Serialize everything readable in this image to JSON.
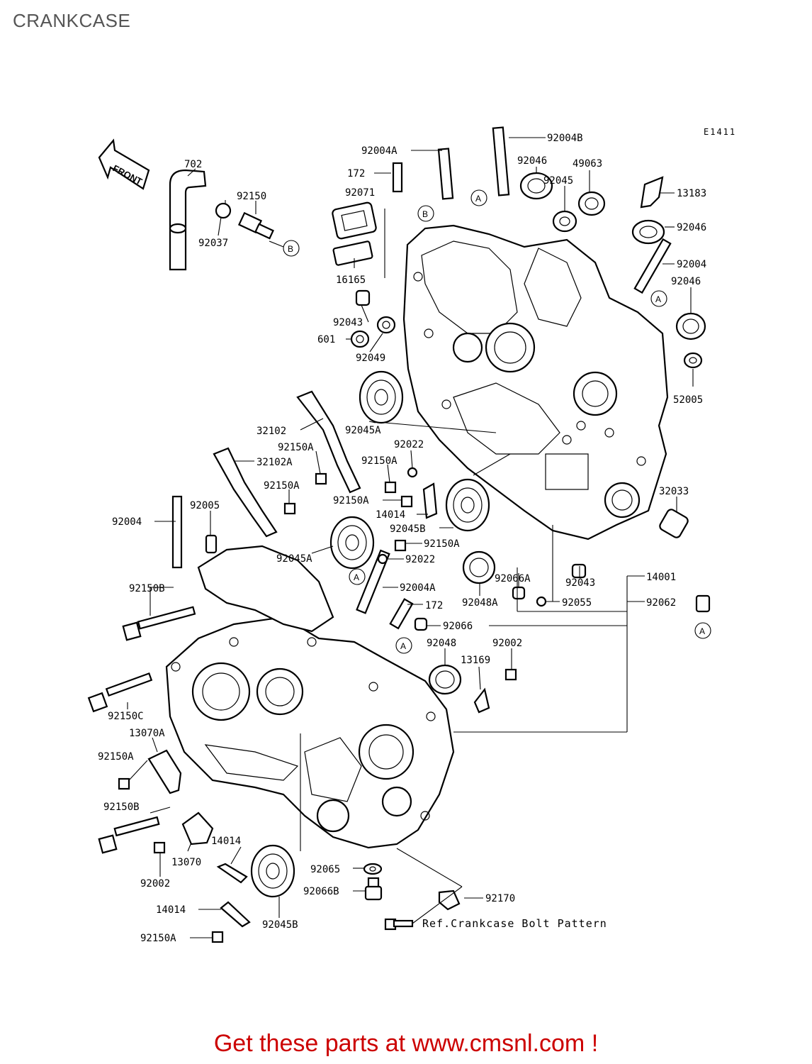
{
  "page": {
    "title": "CRANKCASE"
  },
  "diagram": {
    "code": "E1411",
    "front_label": "FRONT",
    "ref_note": "Ref.Crankcase Bolt Pattern",
    "callouts": [
      {
        "id": "c-702",
        "text": "702"
      },
      {
        "id": "c-92150-top",
        "text": "92150"
      },
      {
        "id": "c-92037",
        "text": "92037"
      },
      {
        "id": "c-92004a-top",
        "text": "92004A"
      },
      {
        "id": "c-92004b-top",
        "text": "92004B"
      },
      {
        "id": "c-172-top",
        "text": "172"
      },
      {
        "id": "c-92071",
        "text": "92071"
      },
      {
        "id": "c-16165",
        "text": "16165"
      },
      {
        "id": "c-92046-a",
        "text": "92046"
      },
      {
        "id": "c-49063",
        "text": "49063"
      },
      {
        "id": "c-92045-top",
        "text": "92045"
      },
      {
        "id": "c-13183",
        "text": "13183"
      },
      {
        "id": "c-92046-b",
        "text": "92046"
      },
      {
        "id": "c-92004-right",
        "text": "92004"
      },
      {
        "id": "c-92046-c",
        "text": "92046"
      },
      {
        "id": "c-92043-top",
        "text": "92043"
      },
      {
        "id": "c-601",
        "text": "601"
      },
      {
        "id": "c-92049",
        "text": "92049"
      },
      {
        "id": "c-52005",
        "text": "52005"
      },
      {
        "id": "c-32102",
        "text": "32102"
      },
      {
        "id": "c-92150a-1",
        "text": "92150A"
      },
      {
        "id": "c-92045a-top",
        "text": "92045A"
      },
      {
        "id": "c-92022-top",
        "text": "92022"
      },
      {
        "id": "c-92150a-2",
        "text": "92150A"
      },
      {
        "id": "c-32102a",
        "text": "32102A"
      },
      {
        "id": "c-92150a-3",
        "text": "92150A"
      },
      {
        "id": "c-92150a-4",
        "text": "92150A"
      },
      {
        "id": "c-14014-mid",
        "text": "14014"
      },
      {
        "id": "c-92045b-mid",
        "text": "92045B"
      },
      {
        "id": "c-32033",
        "text": "32033"
      },
      {
        "id": "c-92004-left",
        "text": "92004"
      },
      {
        "id": "c-92005",
        "text": "92005"
      },
      {
        "id": "c-92045a-mid",
        "text": "92045A"
      },
      {
        "id": "c-92150a-5",
        "text": "92150A"
      },
      {
        "id": "c-92022-mid",
        "text": "92022"
      },
      {
        "id": "c-92066a",
        "text": "92066A"
      },
      {
        "id": "c-92043-mid",
        "text": "92043"
      },
      {
        "id": "c-14001",
        "text": "14001"
      },
      {
        "id": "c-92004a-mid",
        "text": "92004A"
      },
      {
        "id": "c-92048a",
        "text": "92048A"
      },
      {
        "id": "c-92055",
        "text": "92055"
      },
      {
        "id": "c-92062",
        "text": "92062"
      },
      {
        "id": "c-92150b-top",
        "text": "92150B"
      },
      {
        "id": "c-172-mid",
        "text": "172"
      },
      {
        "id": "c-92066",
        "text": "92066"
      },
      {
        "id": "c-92048",
        "text": "92048"
      },
      {
        "id": "c-92002-right",
        "text": "92002"
      },
      {
        "id": "c-13169",
        "text": "13169"
      },
      {
        "id": "c-92150c",
        "text": "92150C"
      },
      {
        "id": "c-13070a",
        "text": "13070A"
      },
      {
        "id": "c-92150a-6",
        "text": "92150A"
      },
      {
        "id": "c-92150b-bot",
        "text": "92150B"
      },
      {
        "id": "c-14014-bot",
        "text": "14014"
      },
      {
        "id": "c-13070",
        "text": "13070"
      },
      {
        "id": "c-92002-left",
        "text": "92002"
      },
      {
        "id": "c-92065",
        "text": "92065"
      },
      {
        "id": "c-92066b",
        "text": "92066B"
      },
      {
        "id": "c-14014-low",
        "text": "14014"
      },
      {
        "id": "c-92045b-bot",
        "text": "92045B"
      },
      {
        "id": "c-92170",
        "text": "92170"
      },
      {
        "id": "c-92150a-7",
        "text": "92150A"
      }
    ],
    "markers": [
      {
        "id": "m-b-1",
        "text": "B"
      },
      {
        "id": "m-b-2",
        "text": "B"
      },
      {
        "id": "m-a-1",
        "text": "A"
      },
      {
        "id": "m-a-2",
        "text": "A"
      },
      {
        "id": "m-a-3",
        "text": "A"
      },
      {
        "id": "m-a-4",
        "text": "A"
      },
      {
        "id": "m-a-5",
        "text": "A"
      }
    ]
  },
  "footer": {
    "text": "Get these parts at www.cmsnl.com !"
  }
}
